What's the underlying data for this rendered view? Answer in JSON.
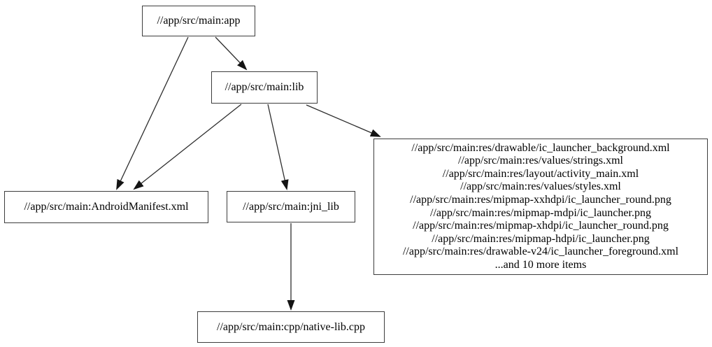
{
  "diagram": {
    "kind": "build-dependency-graph",
    "background_color": "#ffffff",
    "node_border_color": "#3d3d3d",
    "edge_color": "#2e2e2e",
    "text_color": "#000000"
  },
  "nodes": {
    "app": {
      "label": "//app/src/main:app"
    },
    "lib": {
      "label": "//app/src/main:lib"
    },
    "android_manifest": {
      "label": "//app/src/main:AndroidManifest.xml"
    },
    "jni_lib": {
      "label": "//app/src/main:jni_lib"
    },
    "native_lib": {
      "label": "//app/src/main:cpp/native-lib.cpp"
    },
    "res_group": {
      "lines": [
        "//app/src/main:res/drawable/ic_launcher_background.xml",
        "//app/src/main:res/values/strings.xml",
        "//app/src/main:res/layout/activity_main.xml",
        "//app/src/main:res/values/styles.xml",
        "//app/src/main:res/mipmap-xxhdpi/ic_launcher_round.png",
        "//app/src/main:res/mipmap-mdpi/ic_launcher.png",
        "//app/src/main:res/mipmap-xhdpi/ic_launcher_round.png",
        "//app/src/main:res/mipmap-hdpi/ic_launcher.png",
        "//app/src/main:res/drawable-v24/ic_launcher_foreground.xml",
        "...and 10 more items"
      ]
    }
  },
  "edges": [
    {
      "from": "//app/src/main:app",
      "to": "//app/src/main:AndroidManifest.xml"
    },
    {
      "from": "//app/src/main:app",
      "to": "//app/src/main:lib"
    },
    {
      "from": "//app/src/main:lib",
      "to": "//app/src/main:AndroidManifest.xml"
    },
    {
      "from": "//app/src/main:lib",
      "to": "//app/src/main:jni_lib"
    },
    {
      "from": "//app/src/main:lib",
      "to": "res_group"
    },
    {
      "from": "//app/src/main:jni_lib",
      "to": "//app/src/main:cpp/native-lib.cpp"
    }
  ]
}
